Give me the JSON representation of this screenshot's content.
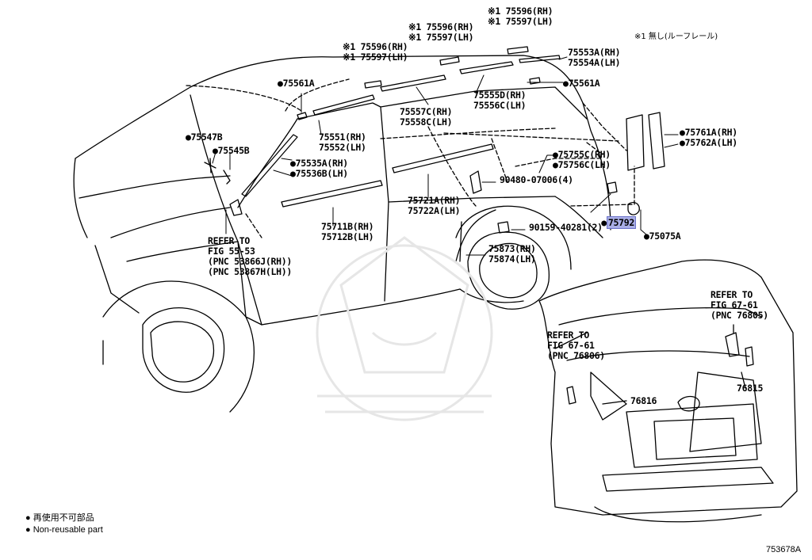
{
  "note": "※1 無し(ルーフレール)",
  "figure_code": "753678A",
  "legend": [
    "● 再使用不可部品",
    "● Non-reusable part"
  ],
  "callouts": {
    "c1": "※1 75596(RH)\n※1 75597(LH)",
    "c2": "※1 75596(RH)\n※1 75597(LH)",
    "c3": "※1 75596(RH)\n※1 75597(LH)",
    "c4": "75553A(RH)\n75554A(LH)",
    "c5": "●75561A",
    "c6": "●75561A",
    "c7": "75555D(RH)\n75556C(LH)",
    "c8": "75557C(RH)\n75558C(LH)",
    "c9": "75551(RH)\n75552(LH)",
    "c10": "●75547B",
    "c11": "●75545B",
    "c12": "●75535A(RH)\n●75536B(LH)",
    "c13": "●75761A(RH)\n●75762A(LH)",
    "c14": "●75755C(RH)\n●75756C(LH)",
    "c15": "90480-07006(4)",
    "c16": "75721A(RH)\n75722A(LH)",
    "c17": "75711B(RH)\n75712B(LH)",
    "c18": "90159-40281(2)",
    "c19": "●75075A",
    "c20": "75873(RH)\n75874(LH)",
    "c21": "REFER TO\nFIG 55-53\n(PNC 53866J(RH))\n(PNC 53867H(LH))",
    "c22": "REFER TO\nFIG 67-61\n(PNC 76805)",
    "c23": "REFER TO\nFIG 67-61\n(PNC 76806)",
    "c24": "76816",
    "c25": "76815",
    "highlight_prefix": "●",
    "highlight_label": "75792"
  }
}
